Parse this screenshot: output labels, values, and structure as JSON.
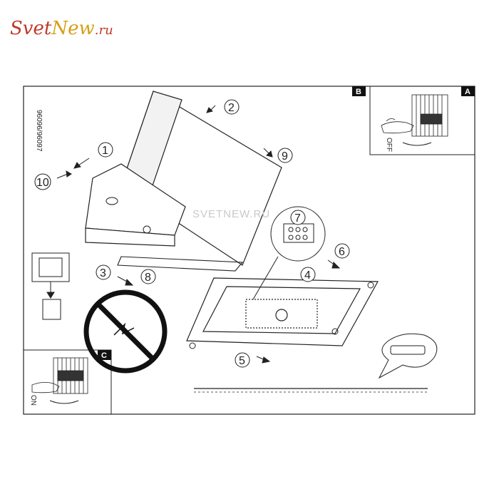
{
  "logo": {
    "text_svet": "Svet",
    "text_new": "New",
    "text_ru": ".ru",
    "color_svet": "#c0392b",
    "color_new": "#d4a017"
  },
  "diagram": {
    "model_number": "96096/96097",
    "watermark": "SVETNEW.RU",
    "panels": {
      "a": {
        "tag": "A",
        "text": "OFF"
      },
      "b": {
        "tag": "B"
      },
      "c": {
        "tag": "C",
        "text": "ON"
      }
    },
    "steps": {
      "s1": "1",
      "s2": "2",
      "s3": "3",
      "s4": "4",
      "s5": "5",
      "s6": "6",
      "s7": "7",
      "s8": "8",
      "s9": "9",
      "s10": "10"
    }
  }
}
